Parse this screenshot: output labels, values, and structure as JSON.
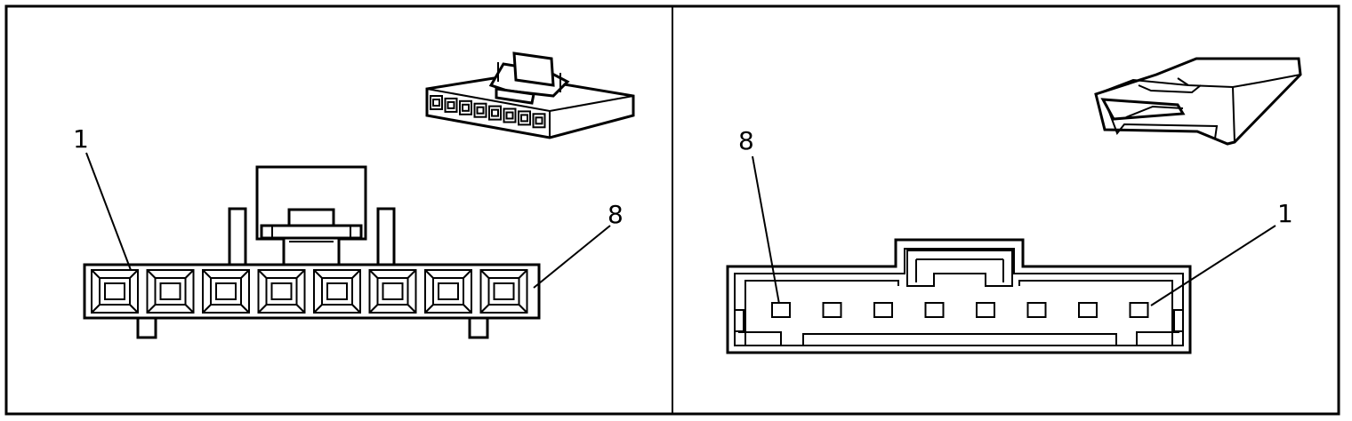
{
  "colors": {
    "line": "#000000",
    "background": "#ffffff"
  },
  "left_view": {
    "callouts": [
      {
        "id": "pin-first",
        "text": "1"
      },
      {
        "id": "pin-last",
        "text": "8"
      }
    ]
  },
  "right_view": {
    "callouts": [
      {
        "id": "pin-first",
        "text": "8"
      },
      {
        "id": "pin-last",
        "text": "1"
      }
    ]
  }
}
